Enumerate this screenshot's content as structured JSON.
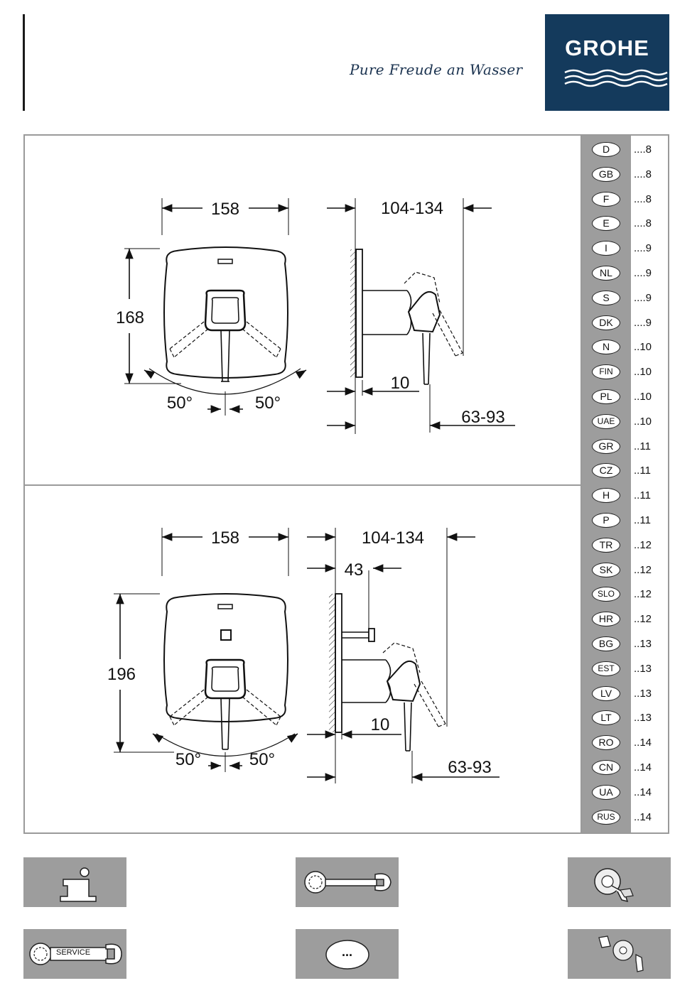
{
  "header": {
    "slogan": "Pure Freude an Wasser",
    "brand": "GROHE",
    "brand_color": "#143a5c"
  },
  "drawing_top": {
    "front_width": "158",
    "front_height": "168",
    "angle_left": "50°",
    "angle_right": "50°",
    "side_depth": "104-134",
    "side_offset": "10",
    "lever_reach": "63-93"
  },
  "drawing_bottom": {
    "front_width": "158",
    "front_height": "196",
    "angle_left": "50°",
    "angle_right": "50°",
    "side_depth": "104-134",
    "diverter_depth": "43",
    "side_offset": "10",
    "lever_reach": "63-93"
  },
  "languages": [
    {
      "code": "D",
      "page": "....8"
    },
    {
      "code": "GB",
      "page": "....8"
    },
    {
      "code": "F",
      "page": "....8"
    },
    {
      "code": "E",
      "page": "....8"
    },
    {
      "code": "I",
      "page": "....9"
    },
    {
      "code": "NL",
      "page": "....9"
    },
    {
      "code": "S",
      "page": "....9"
    },
    {
      "code": "DK",
      "page": "....9"
    },
    {
      "code": "N",
      "page": "..10"
    },
    {
      "code": "FIN",
      "page": "..10"
    },
    {
      "code": "PL",
      "page": "..10"
    },
    {
      "code": "UAE",
      "page": "..10"
    },
    {
      "code": "GR",
      "page": "..11"
    },
    {
      "code": "CZ",
      "page": "..11"
    },
    {
      "code": "H",
      "page": "..11"
    },
    {
      "code": "P",
      "page": "..11"
    },
    {
      "code": "TR",
      "page": "..12"
    },
    {
      "code": "SK",
      "page": "..12"
    },
    {
      "code": "SLO",
      "page": "..12"
    },
    {
      "code": "HR",
      "page": "..12"
    },
    {
      "code": "BG",
      "page": "..13"
    },
    {
      "code": "EST",
      "page": "..13"
    },
    {
      "code": "LV",
      "page": "..13"
    },
    {
      "code": "LT",
      "page": "..13"
    },
    {
      "code": "RO",
      "page": "..14"
    },
    {
      "code": "CN",
      "page": "..14"
    },
    {
      "code": "UA",
      "page": "..14"
    },
    {
      "code": "RUS",
      "page": "..14"
    }
  ],
  "icons": [
    {
      "name": "info-icon"
    },
    {
      "name": "wrench-icon"
    },
    {
      "name": "installation-icon"
    },
    {
      "name": "service-wrench-icon",
      "label": "SERVICE"
    },
    {
      "name": "more-icon",
      "label": "..."
    },
    {
      "name": "parts-icon"
    }
  ]
}
